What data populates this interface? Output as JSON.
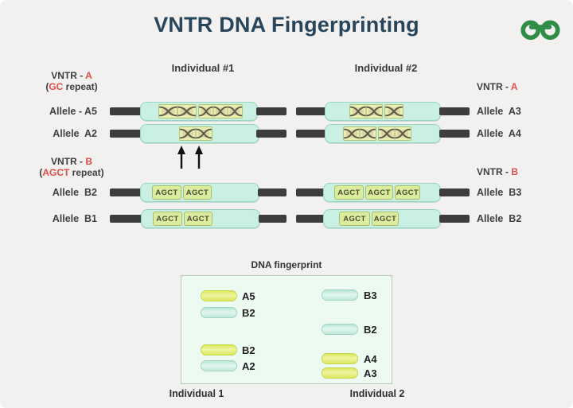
{
  "title": "VNTR DNA Fingerprinting",
  "brand": {
    "logo": "geeksforgeeks",
    "color": "#2f8d46"
  },
  "colors": {
    "background": "#f2f1ef",
    "title_text": "#27465c",
    "accent_red": "#e04f4b",
    "label_text": "#3f3f3f",
    "strand_bar": "#3d3d3d",
    "capsule_fill": "#c9f0e2",
    "repeat_box_fill": "#e9f0b2",
    "agct_box_fill": "#dcec9e",
    "gel_box_fill": "#edfaf2",
    "band_yellow": "#e7ef77",
    "band_cyan": "#cceee2"
  },
  "headers": {
    "individual1": "Individual #1",
    "individual2": "Individual #2"
  },
  "vntr_a": {
    "prefix": "VNTR - ",
    "letter": "A",
    "open": "(",
    "unit": "GC",
    "close": " repeat)"
  },
  "vntr_b": {
    "prefix": "VNTR - ",
    "letter": "B",
    "open": "(",
    "unit": "AGCT",
    "close": " repeat)"
  },
  "alleles": {
    "left": [
      "Allele - A5",
      "Allele  A2",
      "Allele  B2",
      "Allele  B1"
    ],
    "right": [
      "Allele  A3",
      "Allele  A4",
      "Allele  B3",
      "Allele  B2"
    ]
  },
  "repeat_counts_depicted": {
    "A5": 5,
    "A2": 2,
    "A3": 3,
    "A4": 4,
    "B2_ind1": 2,
    "B1_ind1": 2,
    "B3_ind2": 3,
    "B2_ind2": 2
  },
  "gel": {
    "title": "DNA fingerprint",
    "lanes": [
      {
        "caption": "Individual 1",
        "bands": [
          {
            "label": "A5",
            "color": "yellow"
          },
          {
            "label": "B2",
            "color": "cyan"
          },
          {
            "label": "B2",
            "color": "yellow"
          },
          {
            "label": "A2",
            "color": "cyan"
          }
        ]
      },
      {
        "caption": "Individual 2",
        "bands": [
          {
            "label": "B3",
            "color": "cyan"
          },
          {
            "label": "B2",
            "color": "cyan"
          },
          {
            "label": "A4",
            "color": "yellow"
          },
          {
            "label": "A3",
            "color": "yellow"
          }
        ]
      }
    ]
  }
}
